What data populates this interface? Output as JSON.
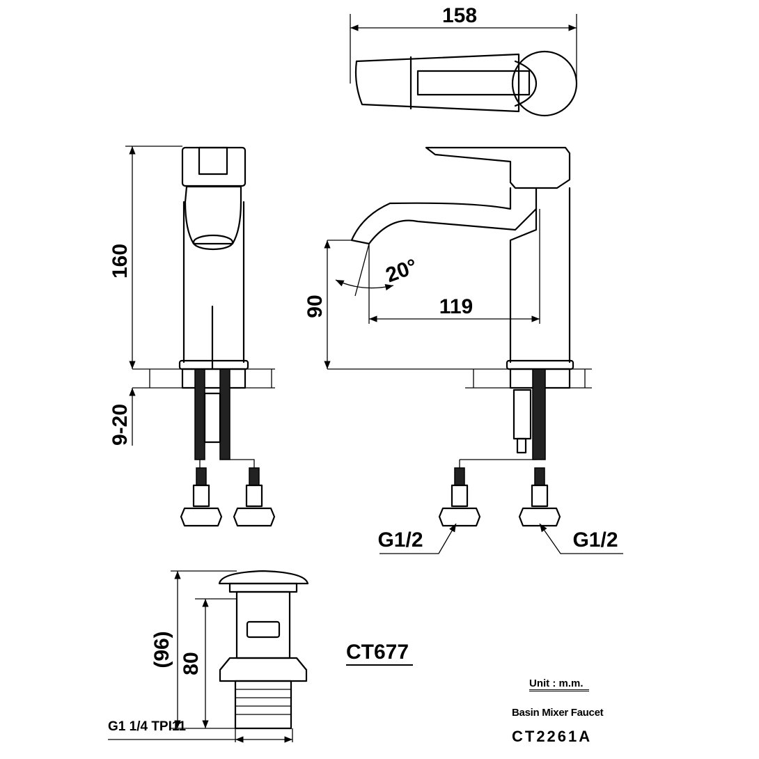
{
  "dimensions": {
    "width_top": "158",
    "height_total": "160",
    "deck_thickness": "9-20",
    "spout_height": "90",
    "spout_reach": "119",
    "spout_angle": "20°",
    "inlet_left": "G1/2",
    "inlet_right": "G1/2",
    "drain_height_total": "(96)",
    "drain_height": "80",
    "drain_thread": "G1 1/4 TPI11"
  },
  "drain_model": "CT677",
  "title_block": {
    "unit": "Unit : m.m.",
    "product_name": "Basin Mixer Faucet",
    "model": "CT2261A"
  }
}
